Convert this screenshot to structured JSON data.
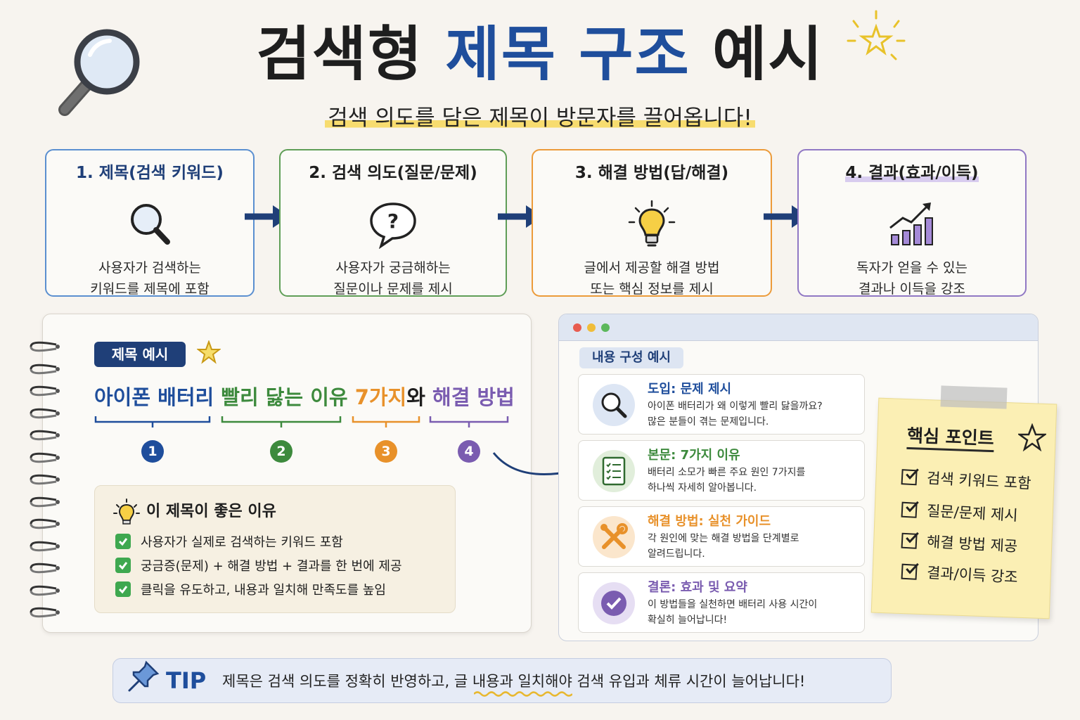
{
  "header": {
    "title_part1": "검색형",
    "title_part2": "제목 구조",
    "title_part3": "예시",
    "subtitle": "검색 의도를 담은 제목이 방문자를 끌어옵니다!"
  },
  "steps": [
    {
      "title": "1. 제목(검색 키워드)",
      "desc_line1": "사용자가 검색하는",
      "desc_line2": "키워드를 제목에 포함",
      "color": "#2f6fb8"
    },
    {
      "title": "2. 검색 의도(질문/문제)",
      "desc_line1": "사용자가 궁금해하는",
      "desc_line2": "질문이나 문제를 제시",
      "color": "#3d8a3d"
    },
    {
      "title": "3. 해결 방법(답/해결)",
      "desc_line1": "글에서 제공할 해결 방법",
      "desc_line2": "또는 핵심 정보를 제시",
      "color": "#e8912a"
    },
    {
      "title": "4. 결과(효과/이득)",
      "desc_line1": "독자가 얻을 수 있는",
      "desc_line2": "결과나 이득을 강조",
      "color": "#7a5cb0"
    }
  ],
  "example": {
    "badge": "제목 예시",
    "part1": "아이폰 배터리",
    "part2": "빨리 닳는 이유",
    "part3": "7가지",
    "part3_suffix": "와",
    "part4": "해결 방법",
    "numbers": [
      "1",
      "2",
      "3",
      "4"
    ]
  },
  "reasons": {
    "heading": "이 제목이 좋은 이유",
    "items": [
      "사용자가 실제로 검색하는 키워드 포함",
      "궁금증(문제) + 해결 방법 + 결과를 한 번에 제공",
      "클릭을 유도하고, 내용과 일치해 만족도를 높임"
    ]
  },
  "content": {
    "chip": "내용 구성 예시",
    "sections": [
      {
        "title": "도입: 문제 제시",
        "line1": "아이폰 배터리가 왜 이렇게 빨리 닳을까요?",
        "line2": "많은 분들이 겪는 문제입니다.",
        "color": "#1f4e9c"
      },
      {
        "title": "본문: 7가지 이유",
        "line1": "배터리 소모가 빠른 주요 원인 7가지를",
        "line2": "하나씩 자세히 알아봅니다.",
        "color": "#3d8a3d"
      },
      {
        "title": "해결 방법: 실천 가이드",
        "line1": "각 원인에 맞는 해결 방법을 단계별로",
        "line2": "알려드립니다.",
        "color": "#e8912a"
      },
      {
        "title": "결론: 효과 및 요약",
        "line1": "이 방법들을 실천하면 배터리 사용 시간이",
        "line2": "확실히 늘어납니다!",
        "color": "#7a5cb0"
      }
    ]
  },
  "sticky": {
    "title": "핵심 포인트",
    "items": [
      "검색 키워드 포함",
      "질문/문제 제시",
      "해결 방법 제공",
      "결과/이득 강조"
    ]
  },
  "tip": {
    "label": "TIP",
    "text": "제목은 검색 의도를 정확히 반영하고, 글 내용과 일치해야 검색 유입과 체류 시간이 늘어납니다!"
  },
  "colors": {
    "navy": "#1f3f78",
    "blue": "#1f4e9c",
    "green": "#3d8a3d",
    "orange": "#e8912a",
    "purple": "#7a5cb0"
  }
}
